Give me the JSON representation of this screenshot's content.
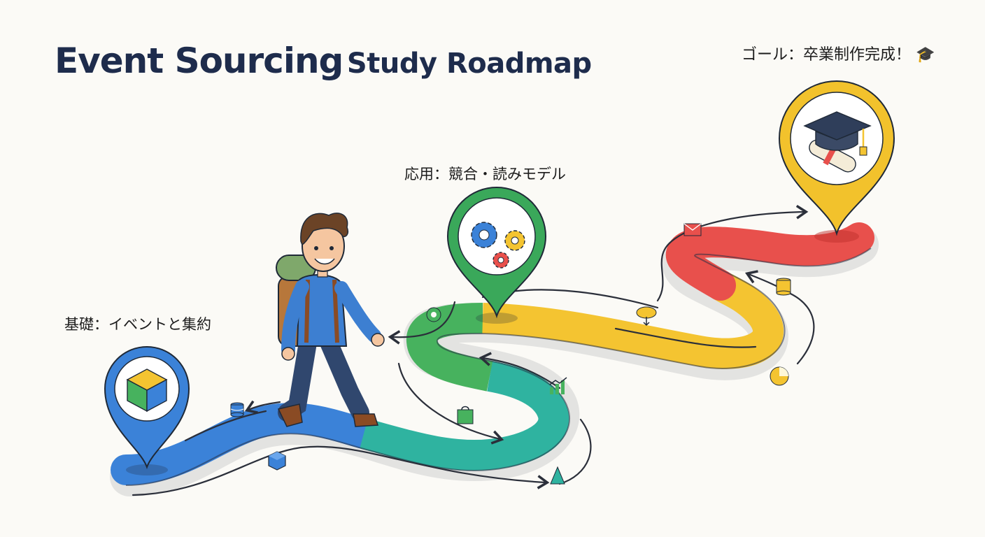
{
  "title": {
    "part1": "Event Sourcing",
    "part2": "Study Roadmap"
  },
  "milestones": [
    {
      "label": "基礎：イベントと集約",
      "icon": "cube-icon",
      "color": "#3b82d8"
    },
    {
      "label": "応用：競合・読みモデル",
      "icon": "gears-icon",
      "color": "#3aa85a"
    },
    {
      "label": "ゴール：卒業制作完成！",
      "icon": "graduation-cap-icon",
      "color": "#f2c22c"
    }
  ],
  "path_colors": [
    "#3b82d8",
    "#2fb3a0",
    "#47b25e",
    "#f4c431",
    "#e8504c"
  ],
  "small_icons": [
    "database-icon",
    "cube-icon",
    "shopping-bag-icon",
    "chart-icon",
    "tree-icon",
    "gear-icon",
    "cloud-icon",
    "pie-icon",
    "database-icon",
    "mail-icon"
  ]
}
